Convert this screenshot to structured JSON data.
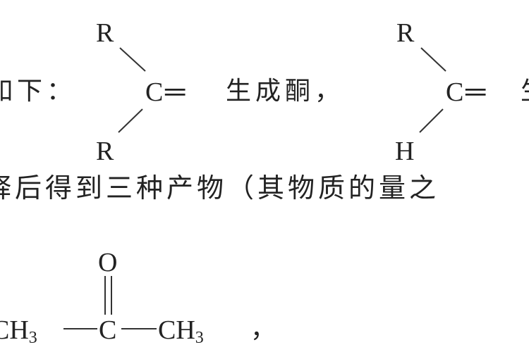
{
  "line1": {
    "prefix": "如下：",
    "ketone_group": {
      "top": "R",
      "center": "C",
      "bond": "═",
      "bottom": "R"
    },
    "ketone_text": "生成酮，",
    "aldehyde_group": {
      "top": "R",
      "center": "C",
      "bond": "═",
      "bottom": "H"
    },
    "aldehyde_text_partial": "生"
  },
  "line2": {
    "text": "释后得到三种产物（其物质的量之"
  },
  "structure": {
    "oxygen": "O",
    "left": "CH",
    "left_sub": "3",
    "center": "C",
    "right": "CH",
    "right_sub": "3",
    "trailing": "，"
  }
}
